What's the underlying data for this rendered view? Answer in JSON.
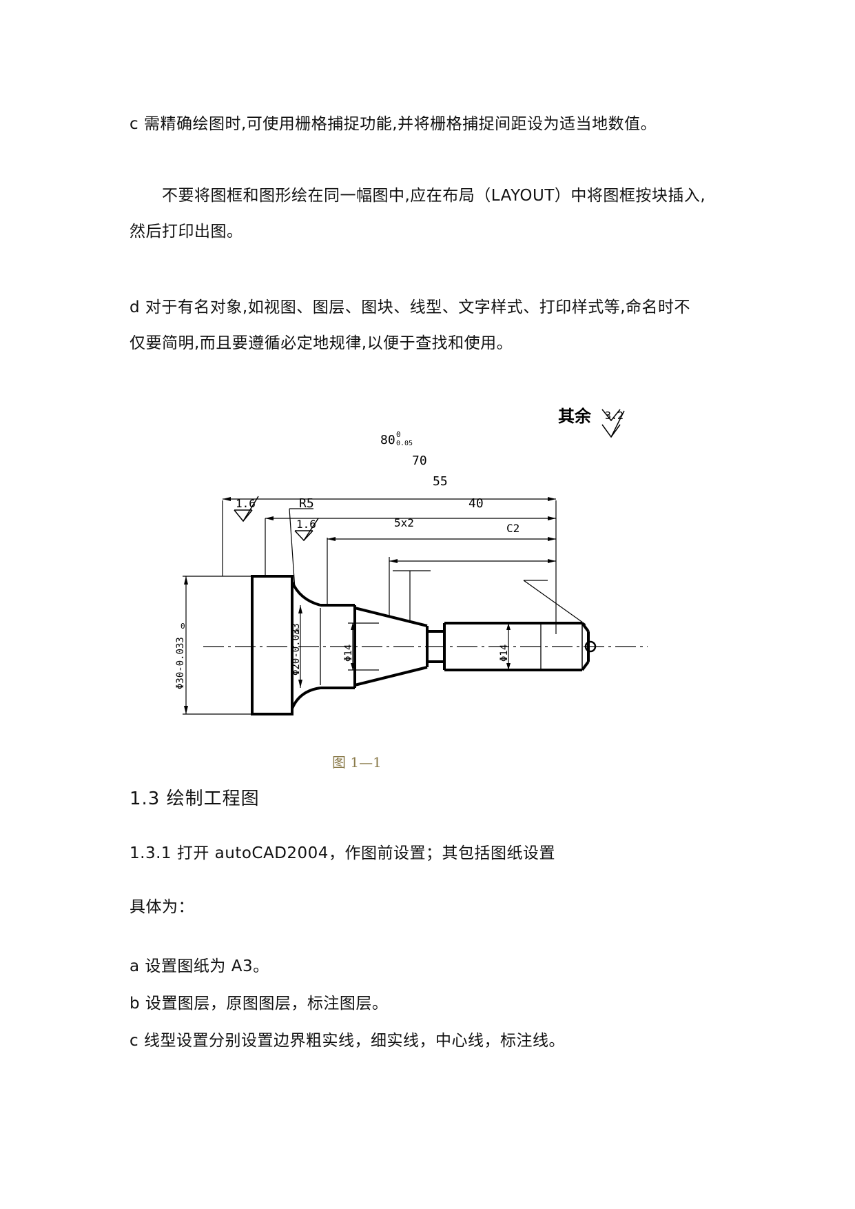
{
  "paragraphs": {
    "p1": "c 需精确绘图时,可使用栅格捕捉功能,并将栅格捕捉间距设为适当地数值。",
    "p2_line1": "　　不要将图框和图形绘在同一幅图中,应在布局（LAYOUT）中将图框按块插入,",
    "p2_line2": "然后打印出图。",
    "p3_line1": "d 对于有名对象,如视图、图层、图块、线型、文字样式、打印样式等,命名时不",
    "p3_line2": "仅要简明,而且要遵循必定地规律,以便于查找和使用。"
  },
  "figure": {
    "remainder_label": "其余",
    "remainder_roughness": "3.2",
    "dim_total": "80",
    "dim_total_tol_upper": "0",
    "dim_total_tol_lower": "0.05",
    "dim_70": "70",
    "dim_55": "55",
    "dim_40": "40",
    "roughness_1": "1.6",
    "radius": "R5",
    "roughness_2": "1.6",
    "groove": "5x2",
    "chamfer": "C2",
    "dia_30": "Φ30-0.033",
    "dia_30_tol": "0",
    "dia_20": "Φ20-0.033",
    "dia_20_tol": "0",
    "dia_14a": "Φ14",
    "dia_14b": "Φ14",
    "caption": "图 1—1"
  },
  "section": {
    "heading": "1.3 绘制工程图",
    "subheading": "1.3.1 打开 autoCAD2004，作图前设置；其包括图纸设置",
    "intro": "具体为：",
    "item_a": "a 设置图纸为 A3。",
    "item_b": "b 设置图层，原图图层，标注图层。",
    "item_c": "c 线型设置分别设置边界粗实线，细实线，中心线，标注线。"
  }
}
